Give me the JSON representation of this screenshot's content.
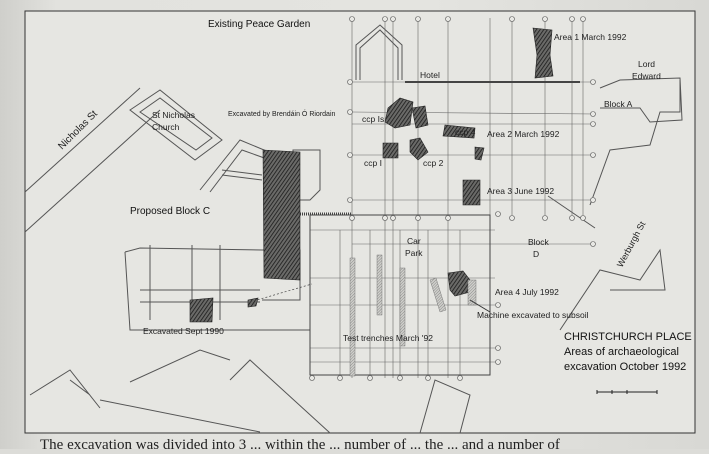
{
  "map": {
    "title": "CHRISTCHURCH PLACE",
    "subtitle_line1": "Areas of archaeological",
    "subtitle_line2": "excavation October 1992",
    "labels": {
      "peace_garden": "Existing Peace Garden",
      "hotel": "Hotel",
      "lord": "Lord",
      "edward": "Edward",
      "block_a": "Block A",
      "area1": "Area 1 March 1992",
      "nicholas_st": "Nicholas St",
      "st_nicholas": "St Nicholas",
      "church": "Church",
      "excavated_by": "Excavated by Brendáin Ó Riordain",
      "ccp_is": "ccp Is",
      "ccp_4": "ccp 4",
      "area2": "Area 2 March 1992",
      "ccp_i": "ccp I",
      "ccp_2": "ccp 2",
      "area3": "Area 3 June 1992",
      "proposed_block_c": "Proposed Block C",
      "car": "Car",
      "park": "Park",
      "block": "Block",
      "d": "D",
      "werburgh_st": "Werburgh St",
      "area4": "Area 4 July 1992",
      "machine": "Machine excavated to subsoil",
      "excavated_1990": "Excavated Sept 1990",
      "test_trenches": "Test trenches March '92"
    }
  },
  "body_text": "The excavation was divided into 3 ... within the ... number of ... the ... and a number of"
}
